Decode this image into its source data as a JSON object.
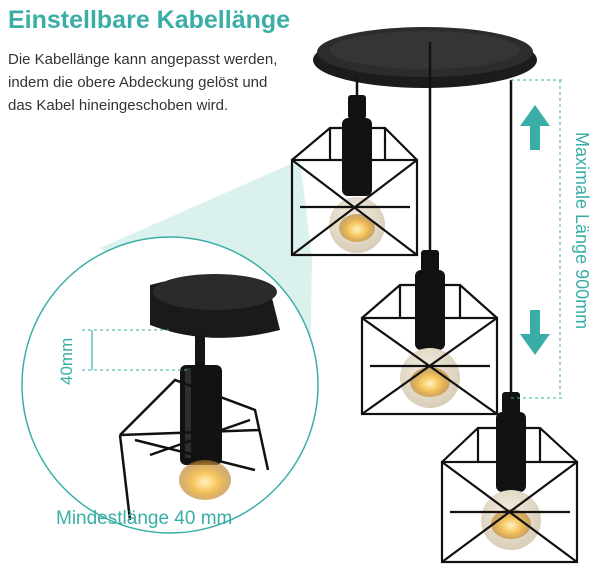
{
  "title": "Einstellbare Kabellänge",
  "description": [
    "Die Kabellänge kann angepasst werden,",
    "indem die obere Abdeckung gelöst und",
    "das Kabel hineingeschoben wird."
  ],
  "min_length_label": "Mindestlänge 40 mm",
  "small_dim_label": "40mm",
  "max_length_label": "Maximale Länge 900mm",
  "colors": {
    "accent": "#3aaea6",
    "callout_fill": "#d4eeeb",
    "lamp": "#111111",
    "bulb_glow": "#f6c45c"
  },
  "icons": {
    "up_arrow": "arrow-up-icon",
    "down_arrow": "arrow-down-icon"
  }
}
